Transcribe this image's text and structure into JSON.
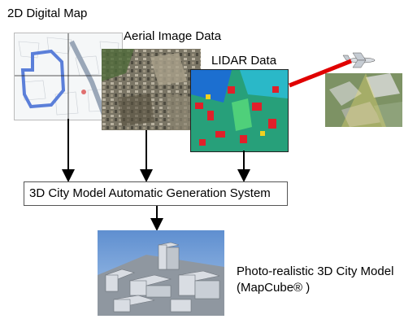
{
  "labels": {
    "digital_map": "2D Digital Map",
    "aerial": "Aerial Image Data",
    "lidar": "LIDAR Data",
    "system": "3D City Model Automatic Generation System",
    "output_line1": "Photo-realistic 3D City Model",
    "output_line2": "(MapCube® )"
  },
  "colors": {
    "arrow": "#000000",
    "laser_beam": "#e00000",
    "map_road": "#5b7fd9",
    "lidar_high": "#e0202a",
    "lidar_low": "#1f9a6a",
    "sky": "#7fa8d8"
  },
  "icons": {
    "aircraft": "plane-icon"
  }
}
